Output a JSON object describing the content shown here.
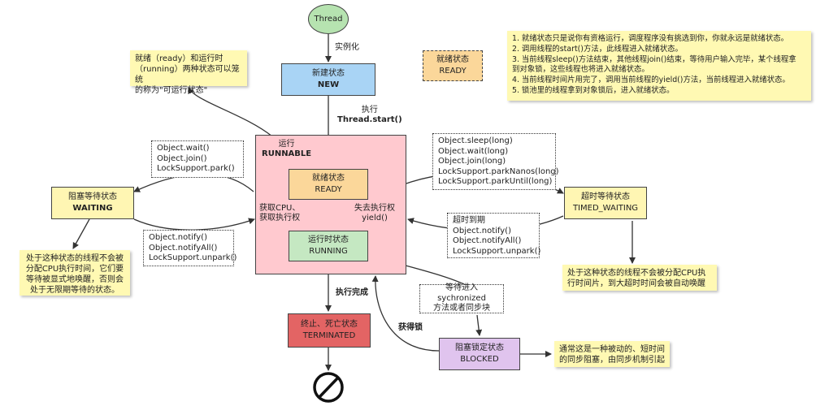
{
  "start": {
    "label": "Thread"
  },
  "states": {
    "new": {
      "line1": "新建状态",
      "line2": "NEW"
    },
    "runnable": {
      "line1": "运行",
      "line2": "RUNNABLE"
    },
    "ready": {
      "line1": "就绪状态",
      "line2": "READY"
    },
    "running": {
      "line1": "运行时状态",
      "line2": "RUNNING"
    },
    "waiting": {
      "line1": "阻塞等待状态",
      "line2": "WAITING"
    },
    "timed_waiting": {
      "line1": "超时等待状态",
      "line2": "TIMED_WAITING"
    },
    "terminated": {
      "line1": "终止、死亡状态",
      "line2": "TERMINATED"
    },
    "blocked": {
      "line1": "阻塞锁定状态",
      "line2": "BLOCKED"
    },
    "ready_legend": {
      "line1": "就绪状态",
      "line2": "READY"
    }
  },
  "edges": {
    "instantiate": "实例化",
    "execute": [
      "执行",
      "Thread.start()"
    ],
    "acquire_cpu": [
      "获取CPU、",
      "获取执行权"
    ],
    "lose_cpu": [
      "失去执行权",
      "yield()"
    ],
    "done": "执行完成",
    "get_lock": "获得锁"
  },
  "boxes": {
    "to_waiting": [
      "Object.wait()",
      "Object.join()",
      "LockSupport.park()"
    ],
    "from_waiting": [
      "Object.notify()",
      "Object.notifyAll()",
      "LockSupport.unpark()"
    ],
    "to_timed": [
      "Object.sleep(long)",
      "Object.wait(long)",
      "Object.join(long)",
      "LockSupport.parkNanos(long)",
      "LockSupport.parkUntil(long)"
    ],
    "from_timed": [
      "超时到期",
      "Object.notify()",
      "Object.notifyAll()",
      "LockSupport.unpark()"
    ],
    "sync": [
      "等待进入sychronized",
      "方法或者同步块"
    ]
  },
  "notes": {
    "runnable_note": [
      "就绪（ready）和运行时",
      "（running）两种状态可以笼统",
      "的称为\"可运行状态\""
    ],
    "ready_list": [
      "1. 就绪状态只是说你有资格运行，调度程序没有挑选到你，你就永远是就绪状态。",
      "2. 调用线程的start()方法，此线程进入就绪状态。",
      "3. 当前线程sleep()方法结束，其他线程join()结束，等待用户输入完毕，某个线程拿",
      "到对象锁，这些线程也将进入就绪状态。",
      "4. 当前线程时间片用完了，调用当前线程的yield()方法，当前线程进入就绪状态。",
      "5. 锁池里的线程拿到对象锁后，进入就绪状态。"
    ],
    "waiting_note": [
      "处于这种状态的线程不会被",
      "分配CPU执行时间，它们要",
      "等待被显式地唤醒，否则会",
      "处于无限期等待的状态。"
    ],
    "timed_note": [
      "处于这种状态的线程不会被分配CPU执",
      "行时间片，到大超时时间会被自动唤醒"
    ],
    "blocked_note": [
      "通常这是一种被动的、短时间",
      "的同步阻塞，由同步机制引起"
    ]
  },
  "colors": {
    "start_fill": "#b6e3b0",
    "new_fill": "#a9d4f5",
    "runnable_fill": "#ffc9cf",
    "ready_fill": "#fbd79a",
    "running_fill": "#c5e8c2",
    "waiting_fill": "#fff6b3",
    "terminated_fill": "#e36464",
    "blocked_fill": "#e0c4ee",
    "note_fill": "#fff9b3"
  }
}
